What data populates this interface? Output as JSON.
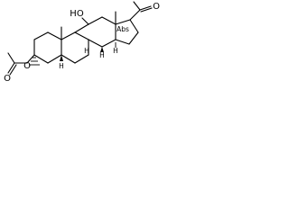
{
  "structure": {
    "labels": {
      "ho": "HO",
      "methyl_c10": "",
      "methyl_c13": "",
      "h_c8": "H",
      "h_c9": "H",
      "h_c14": "H",
      "h_c5": "H",
      "h_c13_abs": "Abs",
      "ketone_o": "O",
      "ester_o_ring": "O",
      "ester_carbonyl_o": "O"
    }
  }
}
